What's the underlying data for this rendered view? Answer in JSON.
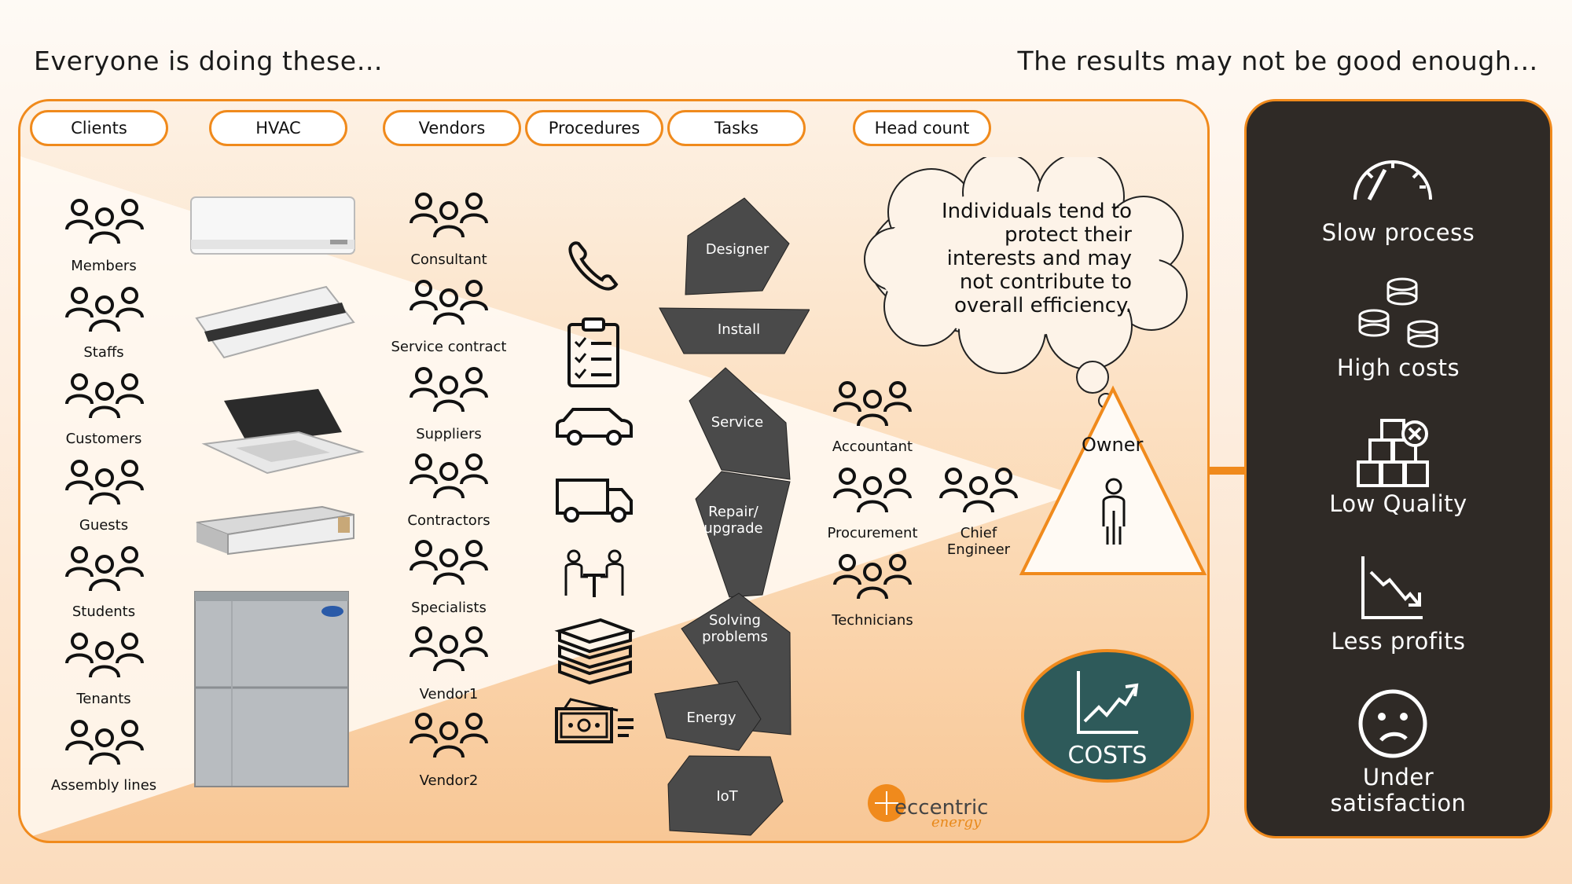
{
  "headline": {
    "left": "Everyone is doing these…",
    "right": "The results may not be good enough…"
  },
  "categories": {
    "clients": "Clients",
    "hvac": "HVAC",
    "vendors": "Vendors",
    "procedures": "Procedures",
    "tasks": "Tasks",
    "head_count": "Head count"
  },
  "clients": [
    "Members",
    "Staffs",
    "Customers",
    "Guests",
    "Students",
    "Tenants",
    "Assembly lines"
  ],
  "vendors": [
    "Consultant",
    "Service contract",
    "Suppliers",
    "Contractors",
    "Specialists",
    "Vendor1",
    "Vendor2"
  ],
  "tasks": {
    "designer": "Designer",
    "install": "Install",
    "service": "Service",
    "repair_1": "Repair/",
    "repair_2": "upgrade",
    "solving_1": "Solving",
    "solving_2": "problems",
    "energy": "Energy",
    "iot": "IoT"
  },
  "head_count": {
    "accountant": "Accountant",
    "procurement": "Procurement",
    "technicians": "Technicians",
    "chief_1": "Chief",
    "chief_2": "Engineer"
  },
  "thought": {
    "line1": "Individuals tend to",
    "line2": "protect their",
    "line3": "interests and may",
    "line4": "not contribute to",
    "line5": "overall efficiency."
  },
  "owner": "Owner",
  "costs": "COSTS",
  "results": {
    "slow": "Slow process",
    "high_costs": "High costs",
    "low_quality": "Low Quality",
    "less_profits": "Less profits",
    "under_1": "Under",
    "under_2": "satisfaction"
  },
  "logo": {
    "main": "eccentric",
    "sub": "energy"
  },
  "colors": {
    "accent": "#f08a1c",
    "panel": "#2f2a26",
    "task_shape": "#4a4a4a",
    "costs": "#2e5a5a"
  }
}
